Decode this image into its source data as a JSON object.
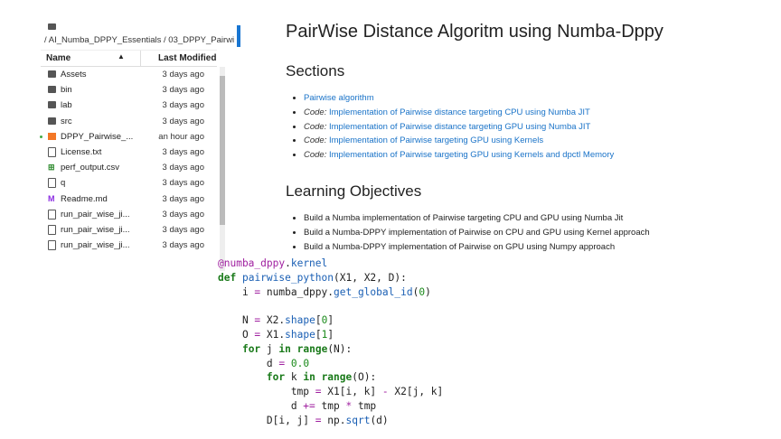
{
  "file_browser": {
    "breadcrumb": "/ AI_Numba_DPPY_Essentials / 03_DPPY_Pairwi",
    "columns": {
      "name": "Name",
      "modified": "Last Modified"
    },
    "files": [
      {
        "name": "Assets",
        "modified": "3 days ago",
        "icon": "folder"
      },
      {
        "name": "bin",
        "modified": "3 days ago",
        "icon": "folder"
      },
      {
        "name": "lab",
        "modified": "3 days ago",
        "icon": "folder"
      },
      {
        "name": "src",
        "modified": "3 days ago",
        "icon": "folder"
      },
      {
        "name": "DPPY_Pairwise_...",
        "modified": "an hour ago",
        "icon": "notebook",
        "running": true
      },
      {
        "name": "License.txt",
        "modified": "3 days ago",
        "icon": "file"
      },
      {
        "name": "perf_output.csv",
        "modified": "3 days ago",
        "icon": "csv"
      },
      {
        "name": "q",
        "modified": "3 days ago",
        "icon": "file"
      },
      {
        "name": "Readme.md",
        "modified": "3 days ago",
        "icon": "markdown"
      },
      {
        "name": "run_pair_wise_ji...",
        "modified": "3 days ago",
        "icon": "file"
      },
      {
        "name": "run_pair_wise_ji...",
        "modified": "3 days ago",
        "icon": "file"
      },
      {
        "name": "run_pair_wise_ji...",
        "modified": "3 days ago",
        "icon": "file"
      }
    ]
  },
  "doc": {
    "title": "PairWise Distance Algoritm using Numba-Dppy",
    "sections_heading": "Sections",
    "sections": [
      {
        "prefix": "",
        "link": "Pairwise algorithm"
      },
      {
        "prefix": "Code:",
        "link": "Implementation of Pairwise distance targeting CPU using Numba JIT"
      },
      {
        "prefix": "Code:",
        "link": "Implementation of Pairwise distance targeting GPU using Numba JIT"
      },
      {
        "prefix": "Code:",
        "link": "Implementation of Pairwise targeting GPU using Kernels"
      },
      {
        "prefix": "Code:",
        "link": "Implementation of Pairwise targeting GPU using Kernels and dpctl Memory"
      }
    ],
    "objectives_heading": "Learning Objectives",
    "objectives": [
      "Build a Numba implementation of Pairwise targeting CPU and GPU using Numba Jit",
      "Build a Numba-DPPY implementation of Pairwise on CPU and GPU using Kernel approach",
      "Build a Numba-DPPY implementation of Pairwise on GPU using Numpy approach"
    ]
  },
  "code_lines": [
    [
      [
        "@numba_dppy",
        "dec"
      ],
      [
        ".",
        ""
      ],
      [
        "kernel",
        "attr"
      ]
    ],
    [
      [
        "def",
        "kw"
      ],
      [
        " ",
        ""
      ],
      [
        "pairwise_python",
        "fn"
      ],
      [
        "(X1, X2, D):",
        ""
      ]
    ],
    [
      [
        "    i ",
        ""
      ],
      [
        "=",
        "op"
      ],
      [
        " numba_dppy.",
        ""
      ],
      [
        "get_global_id",
        "attr"
      ],
      [
        "(",
        ""
      ],
      [
        "0",
        "num"
      ],
      [
        ")",
        ""
      ]
    ],
    [],
    [
      [
        "    N ",
        ""
      ],
      [
        "=",
        "op"
      ],
      [
        " X2.",
        ""
      ],
      [
        "shape",
        "attr"
      ],
      [
        "[",
        ""
      ],
      [
        "0",
        "num"
      ],
      [
        "]",
        ""
      ]
    ],
    [
      [
        "    O ",
        ""
      ],
      [
        "=",
        "op"
      ],
      [
        " X1.",
        ""
      ],
      [
        "shape",
        "attr"
      ],
      [
        "[",
        ""
      ],
      [
        "1",
        "num"
      ],
      [
        "]",
        ""
      ]
    ],
    [
      [
        "    ",
        ""
      ],
      [
        "for",
        "kw"
      ],
      [
        " j ",
        ""
      ],
      [
        "in",
        "kw"
      ],
      [
        " ",
        ""
      ],
      [
        "range",
        "kw"
      ],
      [
        "(N):",
        ""
      ]
    ],
    [
      [
        "        d ",
        ""
      ],
      [
        "=",
        "op"
      ],
      [
        " ",
        ""
      ],
      [
        "0.0",
        "num"
      ]
    ],
    [
      [
        "        ",
        ""
      ],
      [
        "for",
        "kw"
      ],
      [
        " k ",
        ""
      ],
      [
        "in",
        "kw"
      ],
      [
        " ",
        ""
      ],
      [
        "range",
        "kw"
      ],
      [
        "(O):",
        ""
      ]
    ],
    [
      [
        "            tmp ",
        ""
      ],
      [
        "=",
        "op"
      ],
      [
        " X1[i, k] ",
        ""
      ],
      [
        "-",
        "op"
      ],
      [
        " X2[j, k]",
        ""
      ]
    ],
    [
      [
        "            d ",
        ""
      ],
      [
        "+=",
        "op"
      ],
      [
        " tmp ",
        ""
      ],
      [
        "*",
        "op"
      ],
      [
        " tmp",
        ""
      ]
    ],
    [
      [
        "        D[i, j] ",
        ""
      ],
      [
        "=",
        "op"
      ],
      [
        " np.",
        ""
      ],
      [
        "sqrt",
        "attr"
      ],
      [
        "(d)",
        ""
      ]
    ]
  ]
}
